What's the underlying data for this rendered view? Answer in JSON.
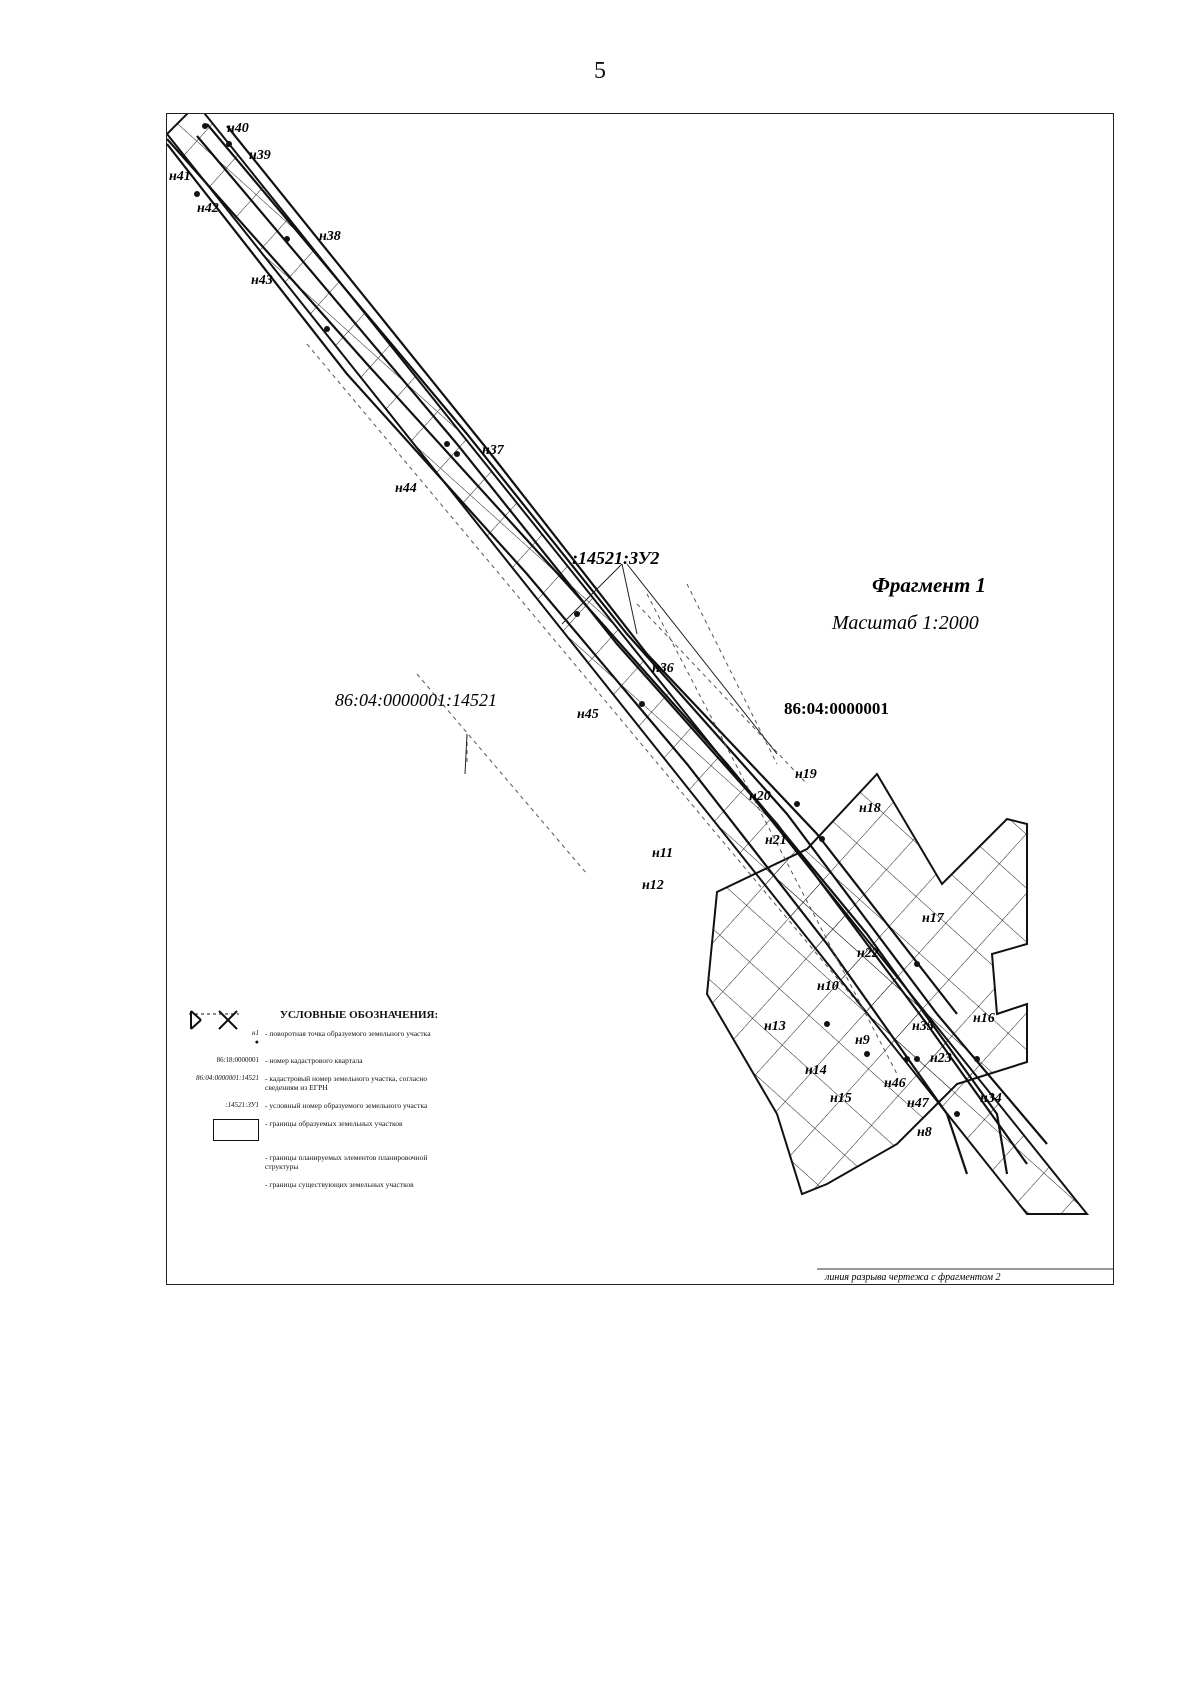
{
  "page": {
    "number": "5"
  },
  "map": {
    "fragment_title": "Фрагмент 1",
    "scale": "Масштаб 1:2000",
    "cadastral_quarter": "86:04:0000001",
    "parcel_number": "86:04:0000001:14521",
    "plot_id": ":14521:ЗУ2",
    "break_line_caption": "линия разрыва чертежа с фрагментом 2",
    "point_labels": [
      "н40",
      "н39",
      "н41",
      "н42",
      "н38",
      "н43",
      "н37",
      "н44",
      "н36",
      "н45",
      "н19",
      "н20",
      "н18",
      "н21",
      "н11",
      "н12",
      "н17",
      "н22",
      "н10",
      "н16",
      "н13",
      "н35",
      "н9",
      "н23",
      "н14",
      "н46",
      "н34",
      "н15",
      "н47",
      "н8"
    ]
  },
  "legend": {
    "title": "УСЛОВНЫЕ ОБОЗНАЧЕНИЯ:",
    "items": [
      {
        "symbol": "н1",
        "text": "- поворотная точка образуемого земельного участка"
      },
      {
        "symbol": "86:18:0000001",
        "text": "- номер кадастрового квартала"
      },
      {
        "symbol": "86:04:0000001:14521",
        "text": "- кадастровый номер земельного участка, согласно сведениям из ЕГРН"
      },
      {
        "symbol": ":14521:ЗУ1",
        "text": "- условный номер образуемого земельного участка"
      },
      {
        "symbol": "",
        "text": "- границы образуемых земельных участков"
      },
      {
        "symbol": "",
        "text": "- границы планируемых элементов планировочной структуры"
      },
      {
        "symbol": "",
        "text": "- границы существующих земельных участков"
      }
    ]
  }
}
